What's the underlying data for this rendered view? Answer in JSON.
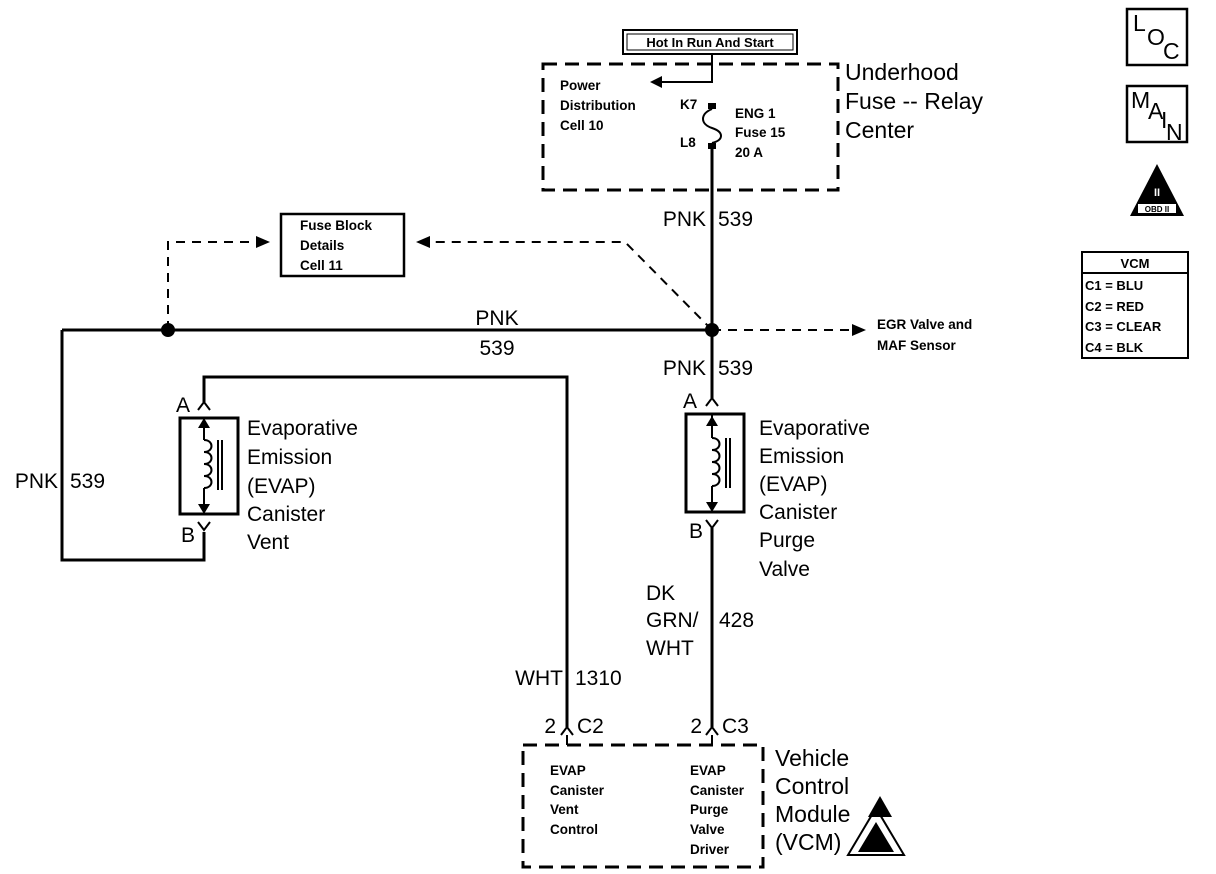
{
  "header": {
    "hot_label": "Hot In Run And Start"
  },
  "fuse_center": {
    "title_line1": "Underhood",
    "title_line2": "Fuse -- Relay",
    "title_line3": "Center",
    "power_dist_line1": "Power",
    "power_dist_line2": "Distribution",
    "power_dist_line3": "Cell 10",
    "pin_top": "K7",
    "pin_bottom": "L8",
    "fuse_line1": "ENG 1",
    "fuse_line2": "Fuse 15",
    "fuse_line3": "20 A"
  },
  "fuse_block_ref": {
    "line1": "Fuse Block",
    "line2": "Details",
    "line3": "Cell 11"
  },
  "wires": {
    "pnk_color": "PNK",
    "pnk_circuit": "539",
    "wht_color": "WHT",
    "wht_circuit": "1310",
    "dkgrn_line1": "DK",
    "dkgrn_line2": "GRN/",
    "dkgrn_line3": "WHT",
    "dkgrn_circuit": "428"
  },
  "egr_ref": {
    "line1": "EGR Valve and",
    "line2": "MAF Sensor"
  },
  "vent_solenoid": {
    "pin_a": "A",
    "pin_b": "B",
    "line1": "Evaporative",
    "line2": "Emission",
    "line3": "(EVAP)",
    "line4": "Canister",
    "line5": "Vent"
  },
  "purge_solenoid": {
    "pin_a": "A",
    "pin_b": "B",
    "line1": "Evaporative",
    "line2": "Emission",
    "line3": "(EVAP)",
    "line4": "Canister",
    "line5": "Purge",
    "line6": "Valve"
  },
  "vcm": {
    "pin_vent": "2",
    "conn_vent": "C2",
    "pin_purge": "2",
    "conn_purge": "C3",
    "vent_line1": "EVAP",
    "vent_line2": "Canister",
    "vent_line3": "Vent",
    "vent_line4": "Control",
    "purge_line1": "EVAP",
    "purge_line2": "Canister",
    "purge_line3": "Purge",
    "purge_line4": "Valve",
    "purge_line5": "Driver",
    "title_line1": "Vehicle",
    "title_line2": "Control",
    "title_line3": "Module",
    "title_line4": "(VCM)"
  },
  "side_icons": {
    "loc_l": "L",
    "loc_o": "O",
    "loc_c": "C",
    "main_m": "M",
    "main_a": "A",
    "main_i": "I",
    "main_n": "N",
    "obd_text": "OBD II",
    "obd_roman": "II"
  },
  "connector_legend": {
    "title": "VCM",
    "rows": [
      "C1 = BLU",
      "C2 = RED",
      "C3 = CLEAR",
      "C4 = BLK"
    ]
  },
  "colors": {
    "ink": "#000000",
    "paper": "#ffffff"
  }
}
